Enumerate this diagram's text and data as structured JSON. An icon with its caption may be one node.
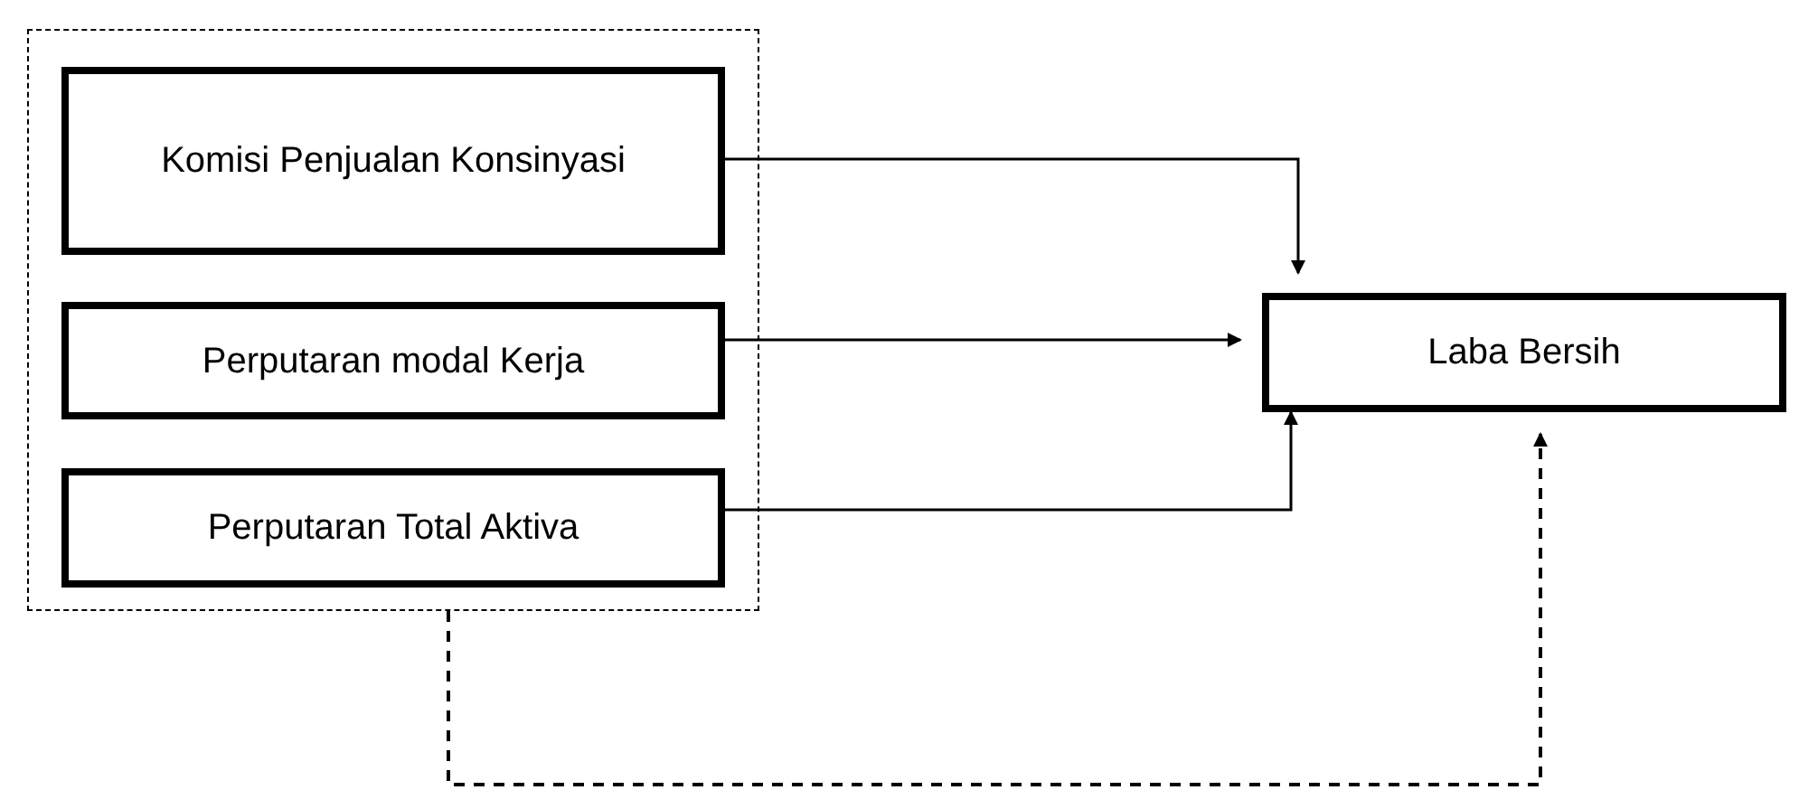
{
  "diagram": {
    "nodes": [
      {
        "text": [],
        "shape": "box"
      },
      {
        "text": [
          "Komisi Penjualan Konsinyasi"
        ],
        "in": 0
      },
      {
        "text": [
          "Perputaran modal Kerja"
        ],
        "in": 0
      },
      {
        "text": [
          "Perputaran Total Aktiva"
        ],
        "in": 0
      },
      {
        "text": [
          "Laba Bersih"
        ]
      }
    ],
    "edges": [
      {
        "from": 1,
        "to": 4,
        "arrow": "to"
      },
      {
        "from": 2,
        "to": 4,
        "arrow": "to"
      },
      {
        "from": 3,
        "to": 4,
        "arrow": "to"
      },
      {
        "from": 0,
        "to": 4,
        "arrow": "to",
        "style": "dashed"
      }
    ]
  }
}
